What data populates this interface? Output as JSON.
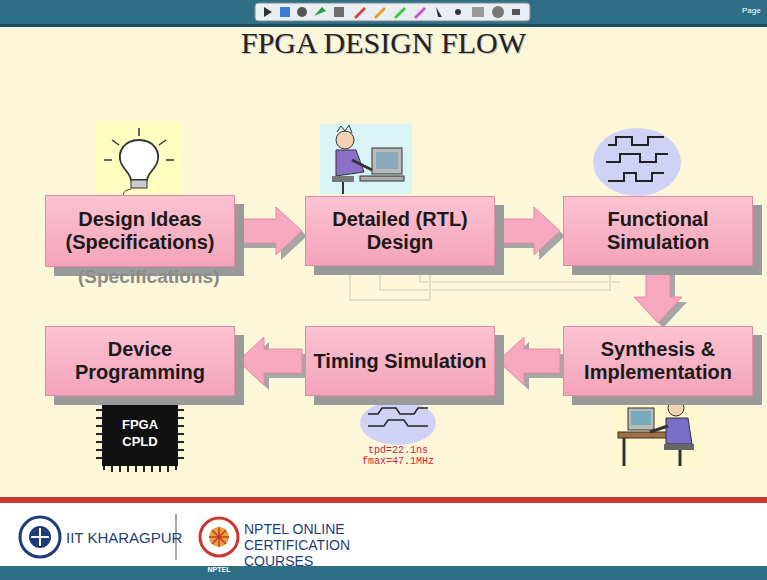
{
  "diagram": {
    "title": "FPGA DESIGN FLOW",
    "nodes": [
      {
        "text": [
          "Design Ideas (Specifications)"
        ]
      },
      {
        "text": [
          "Detailed (RTL) Design"
        ]
      },
      {
        "text": [
          "Functional Simulation"
        ]
      },
      {
        "text": [
          "Device Programming"
        ]
      },
      {
        "text": [
          "Timing Simulation"
        ]
      },
      {
        "text": [
          "Synthesis & Implementation"
        ]
      }
    ],
    "edges": [
      {
        "from": 0,
        "to": 1,
        "arrow": "to"
      },
      {
        "from": 1,
        "to": 2,
        "arrow": "to"
      },
      {
        "from": 2,
        "to": 5,
        "arrow": "to"
      },
      {
        "from": 5,
        "to": 4,
        "arrow": "to"
      },
      {
        "from": 4,
        "to": 3,
        "arrow": "to"
      }
    ],
    "labels": [
      "(Specifications)",
      "FPGA",
      "CPLD",
      "tpd=22.1ns",
      "fmax=47.1MHz",
      "IIT KHARAGPUR",
      "NPTEL ONLINE CERTIFICATION COURSES",
      "NPTEL",
      "Page"
    ]
  }
}
